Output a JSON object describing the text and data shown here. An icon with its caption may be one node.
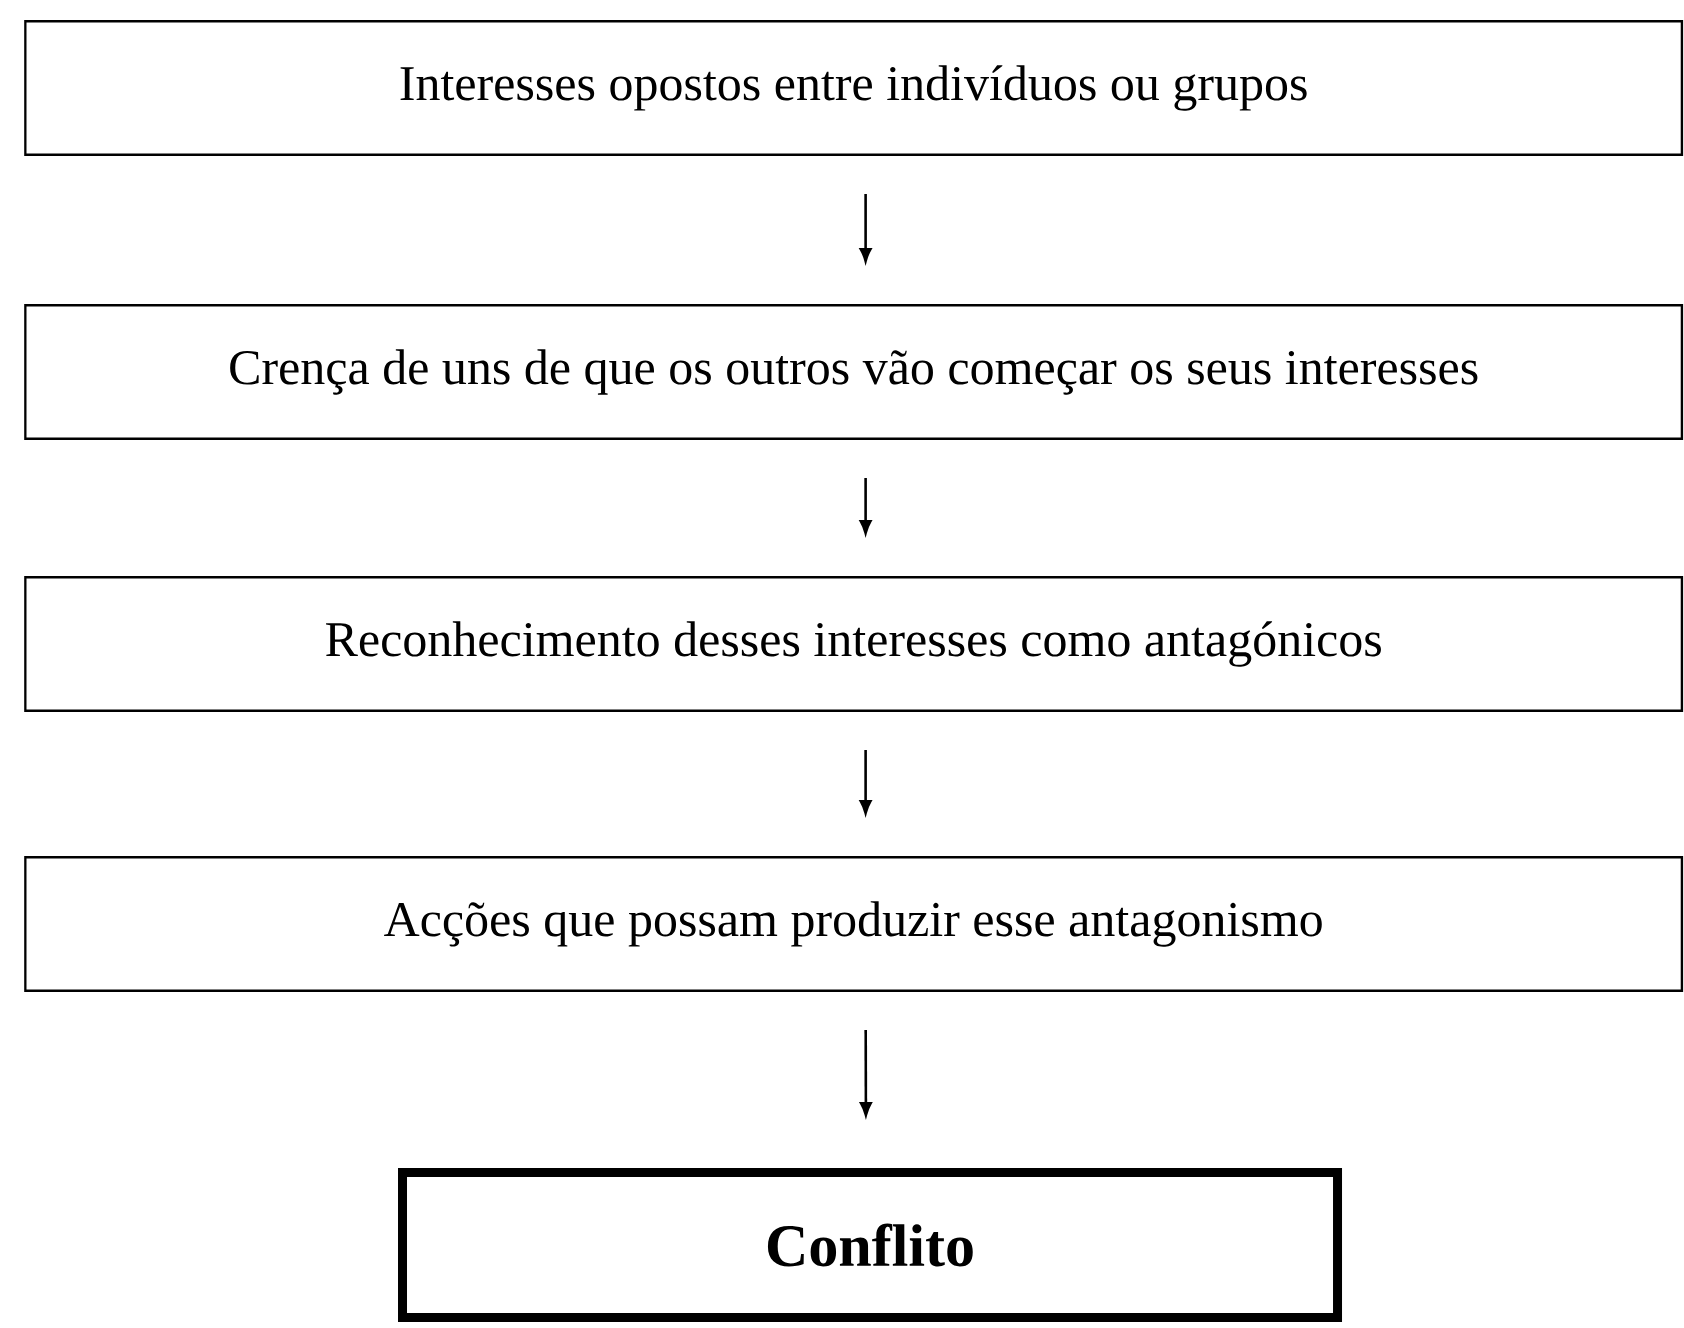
{
  "diagram": {
    "nodes": [
      {
        "text": [
          "Interesses opostos entre indivíduos ou grupos"
        ]
      },
      {
        "text": [
          "Crença de uns de que os outros vão começar os seus interesses"
        ]
      },
      {
        "text": [
          "Reconhecimento desses interesses como antagónicos"
        ]
      },
      {
        "text": [
          "Acções que possam produzir esse antagonismo"
        ]
      },
      {
        "text": [
          "Conflito"
        ]
      }
    ],
    "edges": [
      {
        "from": 0,
        "to": 1,
        "arrow": "to"
      },
      {
        "from": 1,
        "to": 2,
        "arrow": "to"
      },
      {
        "from": 2,
        "to": 3,
        "arrow": "to"
      },
      {
        "from": 3,
        "to": 4,
        "arrow": "to"
      }
    ]
  }
}
